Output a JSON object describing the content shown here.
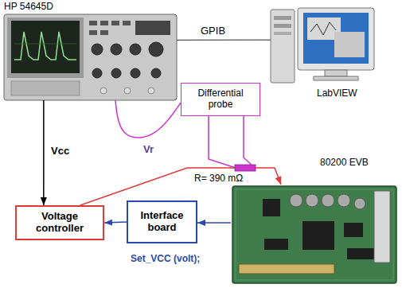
{
  "diagram": {
    "nodes": [
      {
        "text": [
          "HP 54645D"
        ]
      },
      {
        "text": [
          "LabVIEW"
        ]
      },
      {
        "text": [
          "Differential probe"
        ]
      },
      {
        "text": [
          "80200 EVB"
        ]
      },
      {
        "text": [
          "Voltage controller"
        ]
      },
      {
        "text": [
          "Interface board"
        ]
      }
    ],
    "edges": [
      {
        "from": 0,
        "to": 1,
        "label": "GPIB",
        "arrow": "none"
      },
      {
        "from": 2,
        "to": 0,
        "label": "Vr",
        "arrow": "none"
      },
      {
        "from": 0,
        "to": 4,
        "label": "Vcc",
        "arrow": "to"
      },
      {
        "from": 4,
        "to": 3,
        "arrow": "to"
      },
      {
        "from": 5,
        "to": 4,
        "arrow": "to"
      },
      {
        "from": 3,
        "to": 5,
        "arrow": "to"
      }
    ],
    "labels": [
      "R= 390 mΩ",
      "Set_VCC (volt);"
    ]
  }
}
